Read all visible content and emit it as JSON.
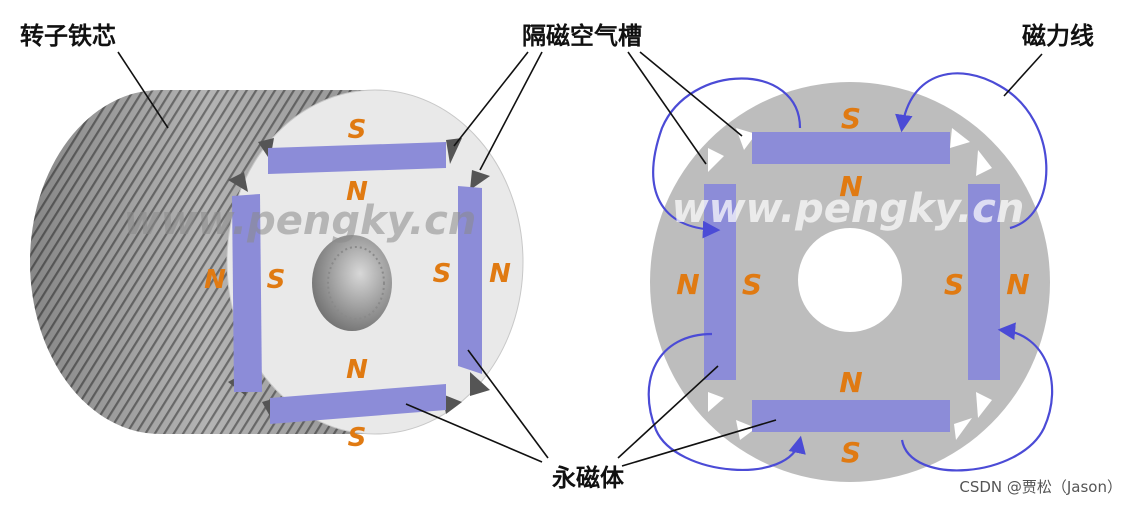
{
  "labels": {
    "rotor_core": "转子铁芯",
    "slot": "隔磁空气槽",
    "flux_lines": "磁力线",
    "magnet": "永磁体"
  },
  "poles": {
    "s": "S",
    "n": "N"
  },
  "watermark": "www.pengky.cn",
  "credit": "CSDN @贾松（Jason）",
  "colors": {
    "magnet": "#8C8CD8",
    "pole_text": "#E07A12",
    "flux": "#4B4BD6",
    "face": "#E8E8E8",
    "cylinder": "#9A9A9A"
  }
}
